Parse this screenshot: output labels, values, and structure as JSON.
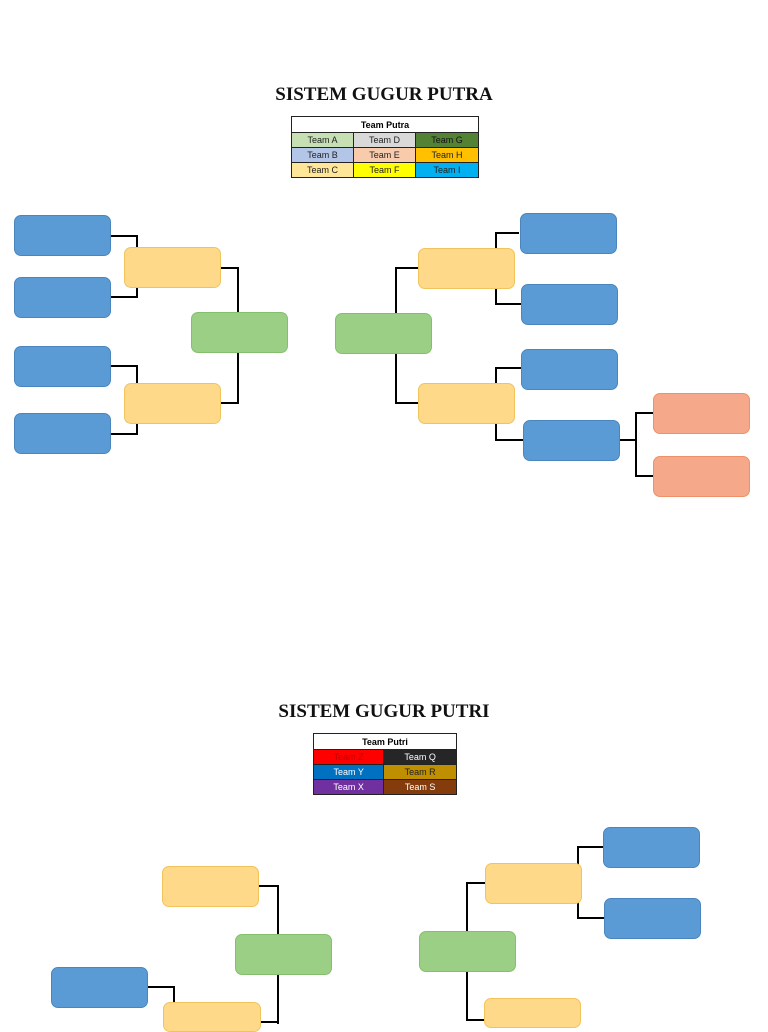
{
  "putra": {
    "title": "SISTEM GUGUR PUTRA",
    "legend": {
      "header": "Team Putra",
      "rows": [
        [
          {
            "name": "Team A",
            "bg": "#c6e0b4",
            "fg": "#222222"
          },
          {
            "name": "Team D",
            "bg": "#d9d9d9",
            "fg": "#222222"
          },
          {
            "name": "Team G",
            "bg": "#548235",
            "fg": "#111111"
          }
        ],
        [
          {
            "name": "Team B",
            "bg": "#b4c6e7",
            "fg": "#222222"
          },
          {
            "name": "Team E",
            "bg": "#f8cbad",
            "fg": "#222222"
          },
          {
            "name": "Team H",
            "bg": "#ffc000",
            "fg": "#222222"
          }
        ],
        [
          {
            "name": "Team C",
            "bg": "#ffe699",
            "fg": "#222222"
          },
          {
            "name": "Team F",
            "bg": "#ffff00",
            "fg": "#222222"
          },
          {
            "name": "Team I",
            "bg": "#00b0f0",
            "fg": "#222222"
          }
        ]
      ]
    }
  },
  "putri": {
    "title": "SISTEM GUGUR PUTRI",
    "legend": {
      "header": "Team Putri",
      "rows": [
        [
          {
            "name": "Team Z",
            "bg": "#ff0000",
            "fg": "#c00000"
          },
          {
            "name": "Team Q",
            "bg": "#262626",
            "fg": "#ffffff"
          }
        ],
        [
          {
            "name": "Team Y",
            "bg": "#0070c0",
            "fg": "#ffffff"
          },
          {
            "name": "Team R",
            "bg": "#bf8f00",
            "fg": "#222222"
          }
        ],
        [
          {
            "name": "Team X",
            "bg": "#7030a0",
            "fg": "#ffffff"
          },
          {
            "name": "Team S",
            "bg": "#843c0c",
            "fg": "#ffffff"
          }
        ]
      ]
    }
  },
  "colors": {
    "slot_blue": "#5b9bd5",
    "slot_yellow": "#ffd98a",
    "slot_green": "#9ccf86",
    "slot_salmon": "#f5a98a",
    "connector": "#000000"
  }
}
